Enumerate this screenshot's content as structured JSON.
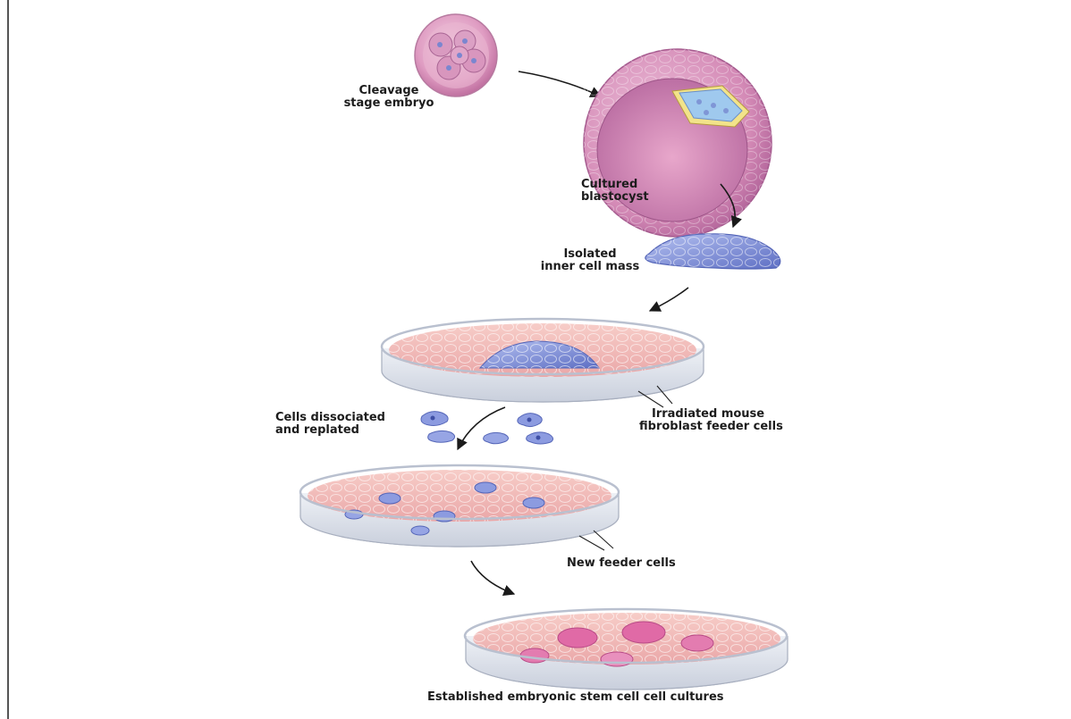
{
  "labels": {
    "cleavage": [
      "Cleavage",
      "stage embryo"
    ],
    "blastocyst": [
      "Cultured",
      "blastocyst"
    ],
    "icm": [
      "Isolated",
      "inner cell mass"
    ],
    "dissociated": [
      "Cells dissociated",
      "and replated"
    ],
    "feeder": [
      "Irradiated mouse",
      "fibroblast feeder cells"
    ],
    "new_feeder": "New feeder cells",
    "established": "Established embryonic stem cell cell cultures"
  },
  "colors": {
    "embryo_pink": "#d98fb8",
    "dish_medium": "#f2b8b4",
    "icm_blue": "#7f8fd6",
    "colony_magenta": "#e06aa6"
  }
}
